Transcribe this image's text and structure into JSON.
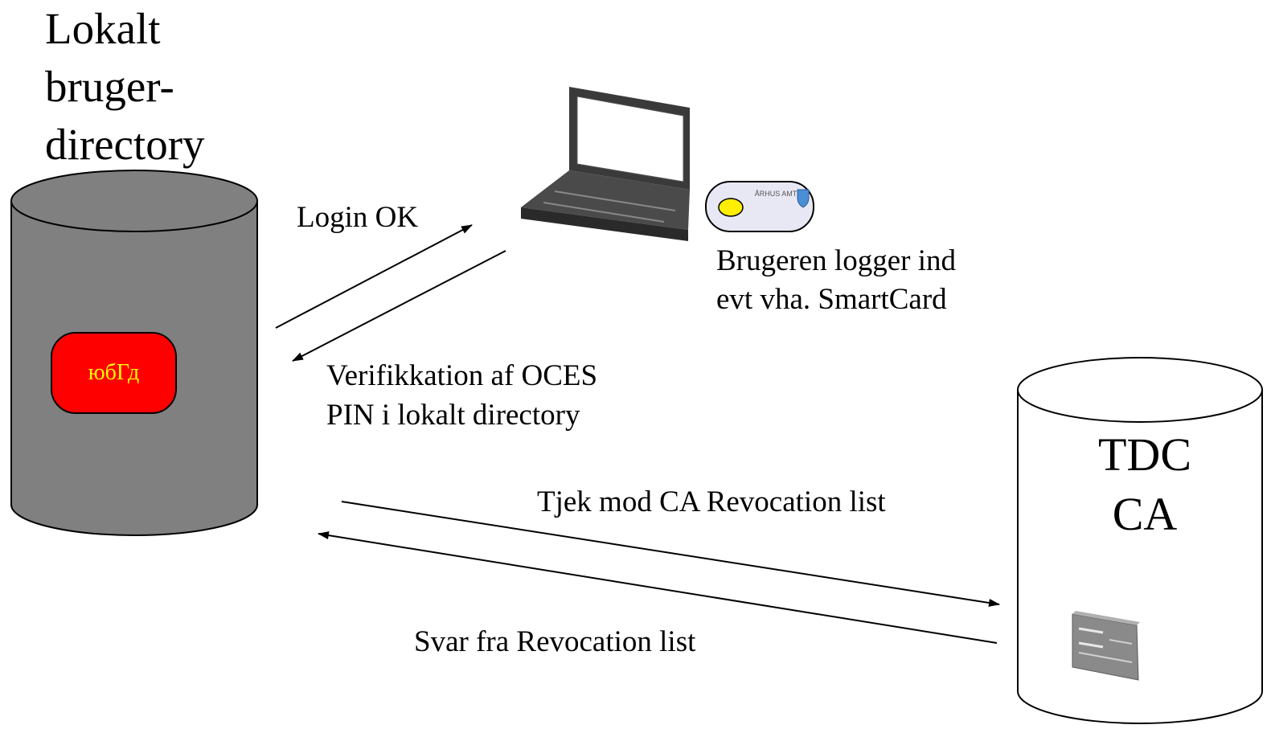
{
  "local_directory": {
    "title_line1": "Lokalt",
    "title_line2": "bruger-",
    "title_line3": "directory",
    "badge_text": "юбГд",
    "cylinder_color": "#808080",
    "badge_color": "#ff0000",
    "badge_text_color": "#ffff00"
  },
  "login_ok_label": "Login OK",
  "user_login_text": {
    "line1": "Brugeren logger ind",
    "line2": "evt vha. SmartCard"
  },
  "smartcard": {
    "text": "ÅRHUS AMT",
    "chip_color": "#ffee00",
    "card_color": "#e8e8f4"
  },
  "verification_text": {
    "line1": "Verifikkation af OCES",
    "line2": "PIN i lokalt directory"
  },
  "tdc_ca": {
    "line1": "TDC",
    "line2": "CA"
  },
  "revocation_check_label": "Tjek mod CA Revocation list",
  "revocation_answer_label": "Svar fra Revocation list",
  "icons": {
    "laptop": "laptop-icon",
    "smartcard": "smartcard-icon",
    "server": "server-icon"
  }
}
